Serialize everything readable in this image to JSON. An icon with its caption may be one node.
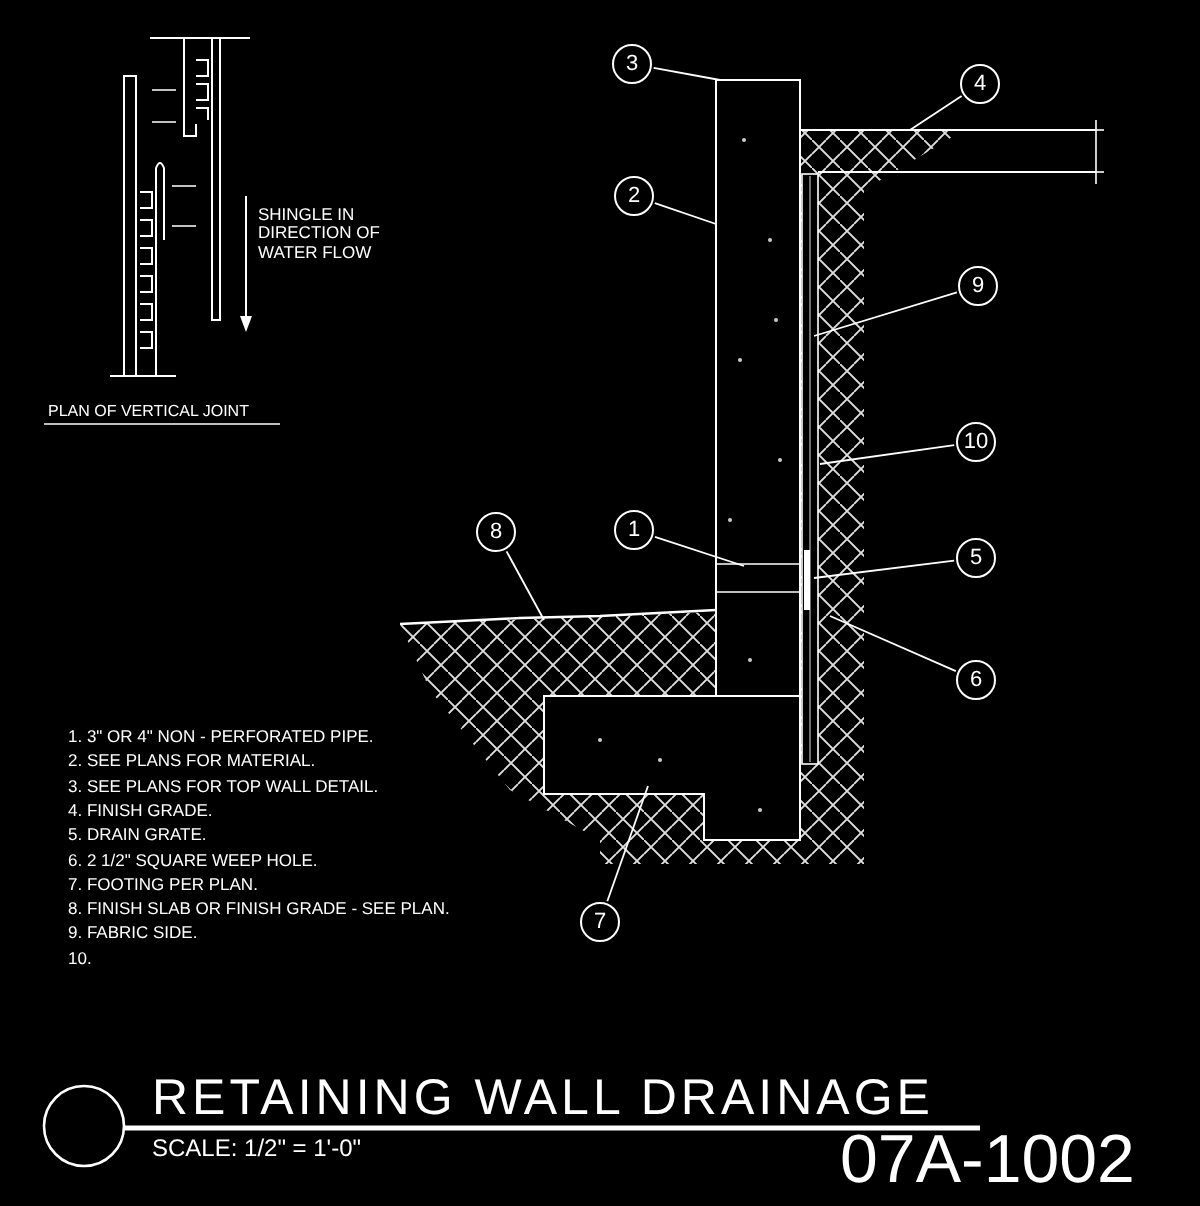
{
  "diagram": {
    "title": "RETAINING WALL DRAINAGE",
    "caption": "SCALE: 1/2\" = 1'-0\"",
    "nodes": [
      {
        "text": [
          "3"
        ]
      },
      {
        "text": [
          "4"
        ]
      },
      {
        "text": [
          "2"
        ]
      },
      {
        "text": [
          "9"
        ]
      },
      {
        "text": [
          "10"
        ]
      },
      {
        "text": [
          "8"
        ]
      },
      {
        "text": [
          "1"
        ]
      },
      {
        "text": [
          "5"
        ]
      },
      {
        "text": [
          "6"
        ]
      },
      {
        "text": [
          "7"
        ]
      }
    ],
    "edges": [
      {
        "from": 0,
        "to": null,
        "arrow": "none"
      },
      {
        "from": 1,
        "to": null,
        "arrow": "none"
      },
      {
        "from": 2,
        "to": null,
        "arrow": "none"
      },
      {
        "from": 3,
        "to": null,
        "arrow": "none"
      },
      {
        "from": 4,
        "to": null,
        "arrow": "none"
      },
      {
        "from": 5,
        "to": null,
        "arrow": "none"
      },
      {
        "from": 6,
        "to": null,
        "arrow": "none"
      },
      {
        "from": 7,
        "to": null,
        "arrow": "none"
      },
      {
        "from": 8,
        "to": null,
        "arrow": "none"
      },
      {
        "from": 9,
        "to": null,
        "arrow": "none"
      }
    ],
    "labels": [
      "SHINGLE IN DIRECTION OF WATER FLOW",
      "PLAN OF VERTICAL JOINT",
      "1. 3\" OR 4\" NON - PERFORATED PIPE.",
      "2. SEE PLANS FOR MATERIAL.",
      "3. SEE PLANS FOR TOP WALL DETAIL.",
      "4. FINISH GRADE.",
      "5. DRAIN GRATE.",
      "6. 2 1/2\" SQUARE WEEP HOLE.",
      "7. FOOTING PER PLAN.",
      "8. FINISH SLAB OR FINISH GRADE - SEE PLAN.",
      "9. FABRIC SIDE.",
      "10.",
      "07A-1002"
    ]
  }
}
